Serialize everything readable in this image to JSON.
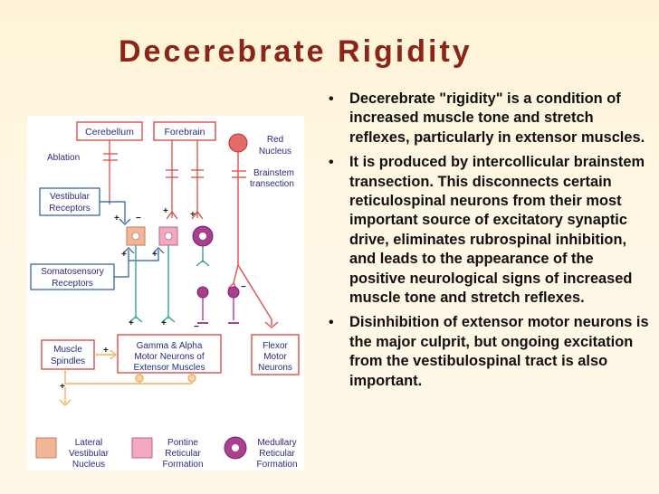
{
  "slide": {
    "title": "Decerebrate Rigidity",
    "bullets": [
      "Decerebrate \"rigidity\" is a condition of increased muscle tone and stretch reflexes, particularly in extensor muscles.",
      "It is produced by intercollicular brainstem transection. This disconnects certain reticulospinal neurons from their most important source of excitatory synaptic drive, eliminates rubrospinal inhibition, and leads to the appearance of the positive neurological signs of increased muscle tone and stretch reflexes.",
      "Disinhibition of extensor motor neurons is the major culprit, but ongoing excitation from the vestibulospinal tract is also important."
    ],
    "bullet_glyph": "•"
  },
  "diagram": {
    "labels": {
      "cerebellum": "Cerebellum",
      "forebrain": "Forebrain",
      "red_nucleus_1": "Red",
      "red_nucleus_2": "Nucleus",
      "ablation": "Ablation",
      "brainstem_1": "Brainstem",
      "brainstem_2": "transection",
      "vestibular_1": "Vestibular",
      "vestibular_2": "Receptors",
      "somato_1": "Somatosensory",
      "somato_2": "Receptors",
      "spindles_1": "Muscle",
      "spindles_2": "Spindles",
      "motor_1": "Gamma & Alpha",
      "motor_2": "Motor Neurons of",
      "motor_3": "Extensor Muscles",
      "flexor_1": "Flexor",
      "flexor_2": "Motor",
      "flexor_3": "Neurons",
      "legend_lat_1": "Lateral",
      "legend_lat_2": "Vestibular",
      "legend_lat_3": "Nucleus",
      "legend_pon_1": "Pontine",
      "legend_pon_2": "Reticular",
      "legend_pon_3": "Formation",
      "legend_med_1": "Medullary",
      "legend_med_2": "Reticular",
      "legend_med_3": "Formation"
    },
    "signs": {
      "plus": "+",
      "minus": "−"
    },
    "colors": {
      "box_border": "#d9413a",
      "box_text": "#2a2a80",
      "lateral_vestibular": "#f4b69a",
      "pontine_reticular": "#f2a8c0",
      "medullary_reticular": "#a8408f",
      "red_nucleus": "#e66a6a",
      "axon_green": "#2fa39a",
      "axon_red": "#e0504a",
      "spindle_afferent": "#f0b060"
    }
  }
}
